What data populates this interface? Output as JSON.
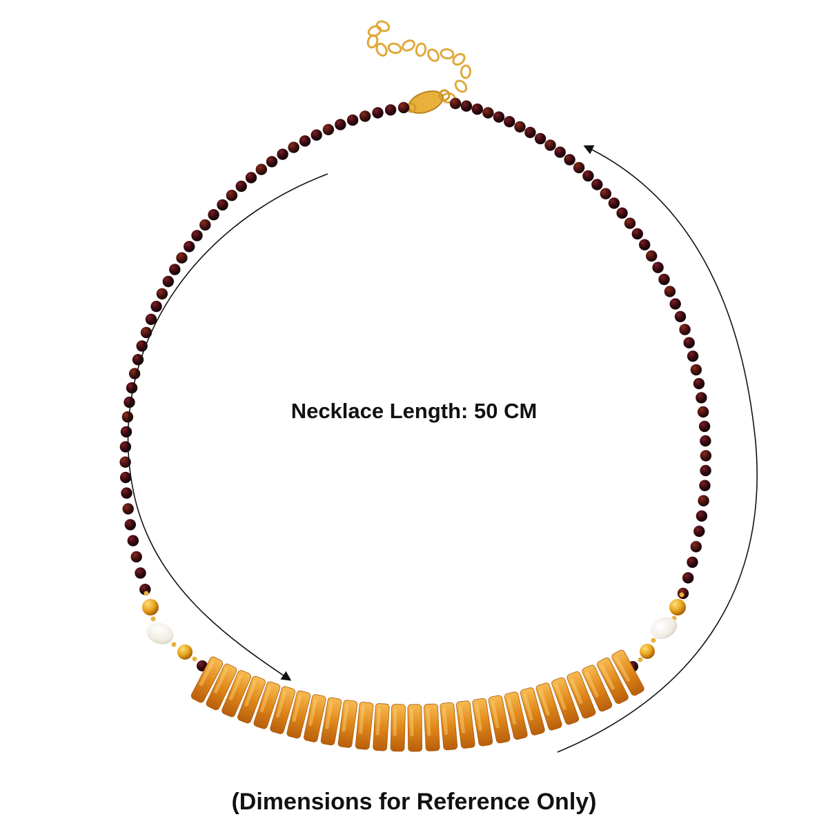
{
  "measurement": {
    "length_label": "Necklace Length: 50 CM",
    "disclaimer": "(Dimensions for Reference Only)"
  },
  "product": {
    "beads": {
      "dark_count_left": 46,
      "dark_count_right": 46,
      "amber_disc_count": 27
    }
  },
  "colors": {
    "background": "#ffffff",
    "text": "#111111",
    "dark_bead": "#3a0a10",
    "dark_bead_alt": "#5a1116",
    "amber_light": "#f2a63a",
    "amber_dark": "#c86a0e",
    "pearl": "#f7f4ee",
    "gold": "#e8b13c",
    "arrow": "#111111"
  }
}
